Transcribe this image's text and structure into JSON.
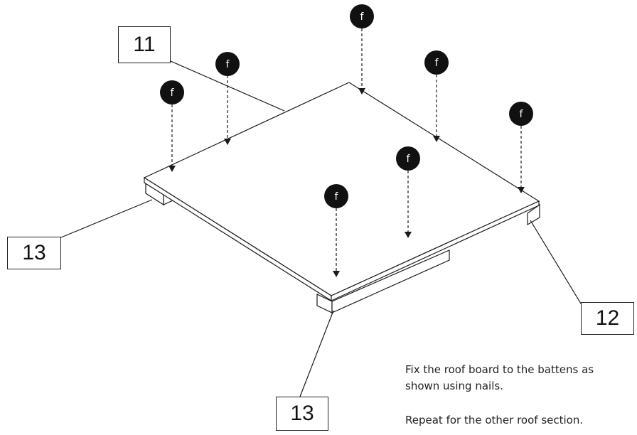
{
  "labels": {
    "top_board": "11",
    "batten_left": "13",
    "batten_right": "12",
    "batten_front": "13"
  },
  "fastener_letter": "f",
  "instructions": {
    "line1": "Fix the roof board to the battens as",
    "line2": "shown using nails.",
    "line3": "Repeat for the other roof section."
  },
  "colors": {
    "line": "#1a1a1a",
    "fastener_fill": "#111111",
    "fastener_text": "#ffffff"
  }
}
